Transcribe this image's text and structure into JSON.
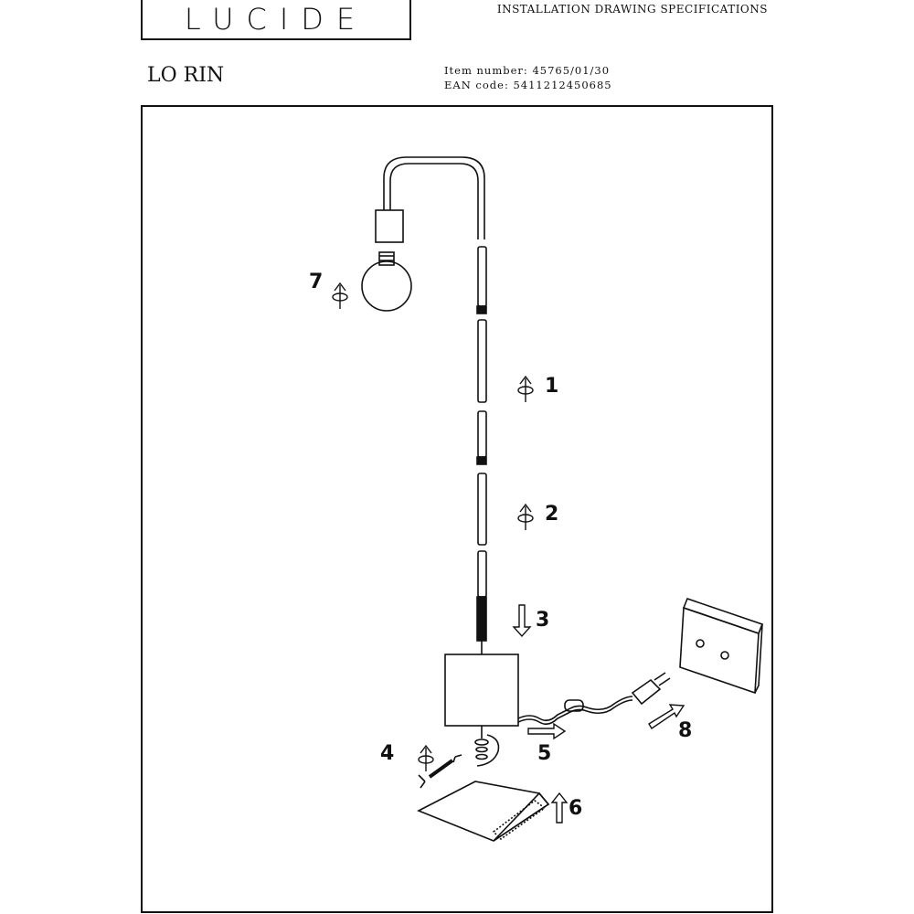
{
  "brand": {
    "logo_text": "LUCIDE"
  },
  "header": {
    "title": "INSTALLATION DRAWING SPECIFICATIONS"
  },
  "product": {
    "name": "LO RIN",
    "item_number_line": "Item number: 45765/01/30",
    "ean_line": "EAN code: 5411212450685"
  },
  "steps": [
    "7",
    "1",
    "2",
    "3",
    "4",
    "5",
    "8",
    "6"
  ]
}
